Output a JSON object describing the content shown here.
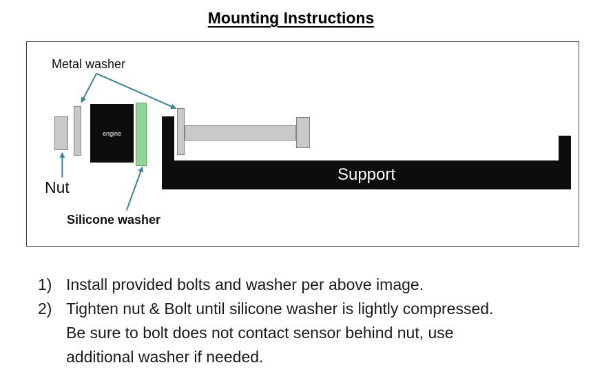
{
  "title": "Mounting Instructions",
  "diagram": {
    "labels": {
      "metal_washer": "Metal washer",
      "nut": "Nut",
      "silicone_washer": "Silicone washer",
      "engine": "engine",
      "support": "Support"
    },
    "colors": {
      "washer_gray": "#c9c9c9",
      "silicone_green": "#8fd694",
      "part_black": "#0d0d0d",
      "arrow_blue": "#31859c"
    }
  },
  "instructions": {
    "items": [
      {
        "num": "1)",
        "lines": [
          "Install provided bolts and washer per above image."
        ]
      },
      {
        "num": "2)",
        "lines": [
          "Tighten nut & Bolt until silicone washer is lightly compressed.",
          "Be sure to bolt does not contact sensor behind nut, use",
          "additional washer if needed."
        ]
      }
    ]
  }
}
